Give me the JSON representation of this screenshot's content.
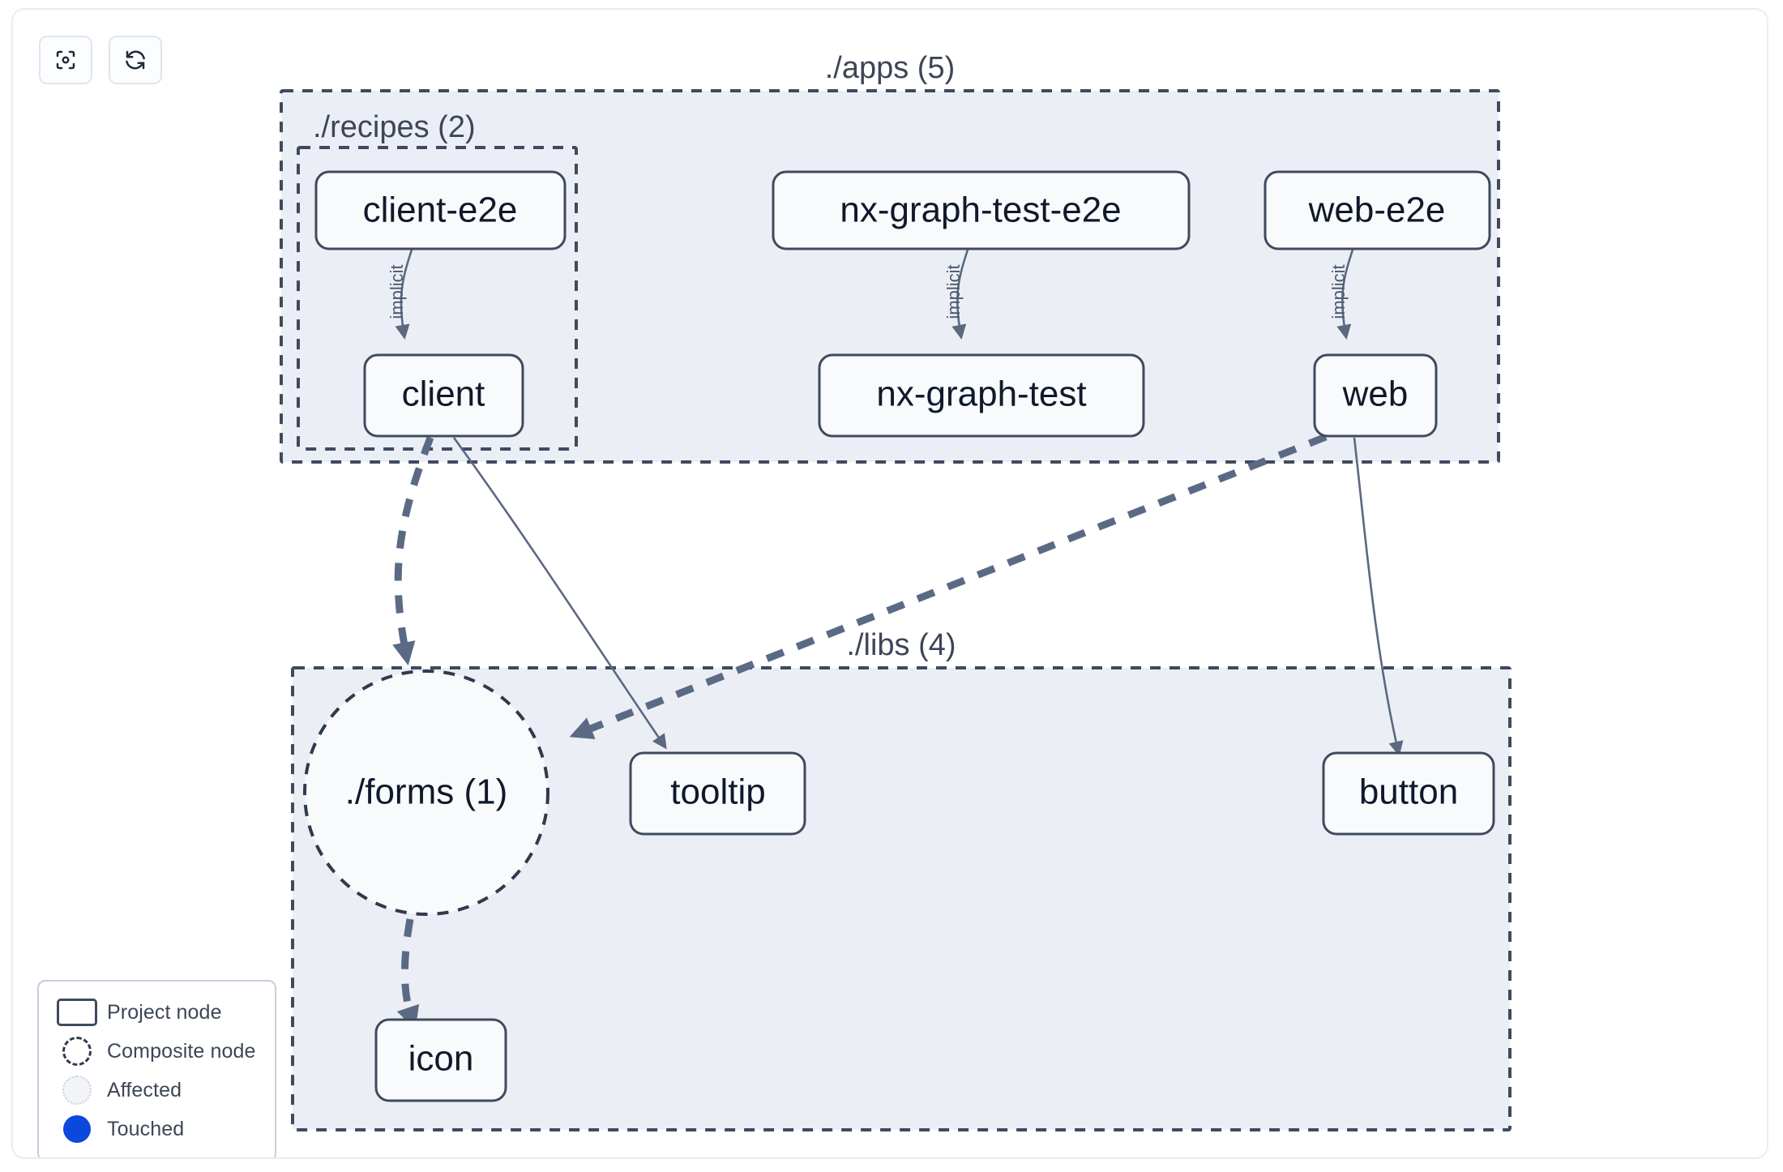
{
  "toolbar": {
    "buttons": [
      {
        "name": "focus-graph-button",
        "icon": "focus-icon",
        "label": "Focus"
      },
      {
        "name": "refresh-graph-button",
        "icon": "refresh-icon",
        "label": "Refresh"
      }
    ]
  },
  "legend": {
    "items": [
      {
        "swatch": "project-node-swatch",
        "label": "Project node"
      },
      {
        "swatch": "composite-node-swatch",
        "label": "Composite node"
      },
      {
        "swatch": "affected-swatch",
        "label": "Affected"
      },
      {
        "swatch": "touched-swatch",
        "label": "Touched"
      }
    ],
    "touched_color": "#0b48dd",
    "node_border_color": "#3f4a5f",
    "group_fill": "#ebeff5"
  },
  "graph": {
    "groups": [
      {
        "id": "apps",
        "label": "./apps (5)"
      },
      {
        "id": "recipes",
        "label": "./recipes (2)"
      },
      {
        "id": "libs",
        "label": "./libs (4)"
      }
    ],
    "nodes": [
      {
        "id": "client-e2e",
        "label": "client-e2e",
        "type": "project",
        "group": "recipes"
      },
      {
        "id": "nx-graph-test-e2e",
        "label": "nx-graph-test-e2e",
        "type": "project",
        "group": "apps"
      },
      {
        "id": "web-e2e",
        "label": "web-e2e",
        "type": "project",
        "group": "apps"
      },
      {
        "id": "client",
        "label": "client",
        "type": "project",
        "group": "recipes"
      },
      {
        "id": "nx-graph-test",
        "label": "nx-graph-test",
        "type": "project",
        "group": "apps"
      },
      {
        "id": "web",
        "label": "web",
        "type": "project",
        "group": "apps"
      },
      {
        "id": "forms",
        "label": "./forms (1)",
        "type": "composite",
        "group": "libs"
      },
      {
        "id": "tooltip",
        "label": "tooltip",
        "type": "project",
        "group": "libs"
      },
      {
        "id": "button",
        "label": "button",
        "type": "project",
        "group": "libs"
      },
      {
        "id": "icon",
        "label": "icon",
        "type": "project",
        "group": "libs"
      }
    ],
    "edges": [
      {
        "source": "client-e2e",
        "target": "client",
        "label": "implicit",
        "style": "thin"
      },
      {
        "source": "nx-graph-test-e2e",
        "target": "nx-graph-test",
        "label": "implicit",
        "style": "thin"
      },
      {
        "source": "web-e2e",
        "target": "web",
        "label": "implicit",
        "style": "thin"
      },
      {
        "source": "client",
        "target": "forms",
        "label": "",
        "style": "thick"
      },
      {
        "source": "client",
        "target": "tooltip",
        "label": "",
        "style": "thin"
      },
      {
        "source": "web",
        "target": "forms",
        "label": "",
        "style": "thick"
      },
      {
        "source": "web",
        "target": "button",
        "label": "",
        "style": "thin"
      },
      {
        "source": "forms",
        "target": "icon",
        "label": "",
        "style": "thick"
      }
    ]
  }
}
